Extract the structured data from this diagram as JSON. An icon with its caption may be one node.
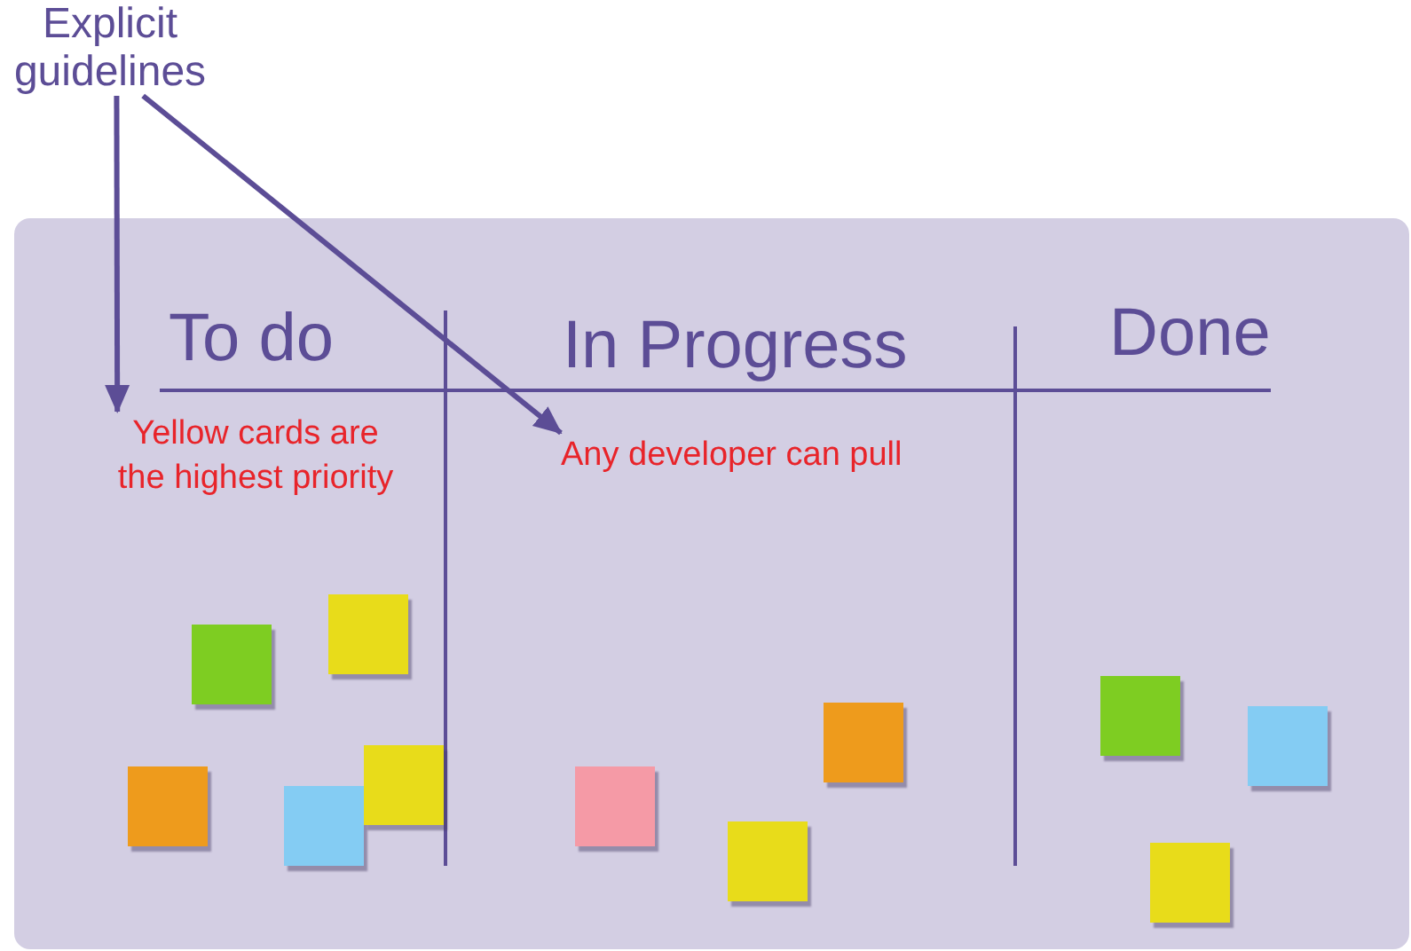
{
  "diagram": {
    "nodes": [
      {
        "text": [
          "Explicit guidelines"
        ]
      },
      {
        "text": [
          "To do",
          "In Progress",
          "Done"
        ]
      },
      {
        "text": [
          "Yellow cards are the highest priority"
        ],
        "in": 1
      },
      {
        "text": [
          "Any developer can pull"
        ],
        "in": 1
      },
      {
        "text": [],
        "shape": "box",
        "in": 1
      },
      {
        "text": [],
        "shape": "box",
        "in": 1
      },
      {
        "text": [],
        "shape": "box",
        "in": 1
      },
      {
        "text": [],
        "shape": "box",
        "in": 1
      },
      {
        "text": [],
        "shape": "box",
        "in": 1
      },
      {
        "text": [],
        "shape": "box",
        "in": 1
      },
      {
        "text": [],
        "shape": "box",
        "in": 1
      },
      {
        "text": [],
        "shape": "box",
        "in": 1
      },
      {
        "text": [],
        "shape": "box",
        "in": 1
      },
      {
        "text": [],
        "shape": "box",
        "in": 1
      },
      {
        "text": [],
        "shape": "box",
        "in": 1
      }
    ],
    "edges": [
      {
        "from": 0,
        "to": 2,
        "arrow": "to"
      },
      {
        "from": 0,
        "to": 3,
        "arrow": "to"
      }
    ]
  }
}
